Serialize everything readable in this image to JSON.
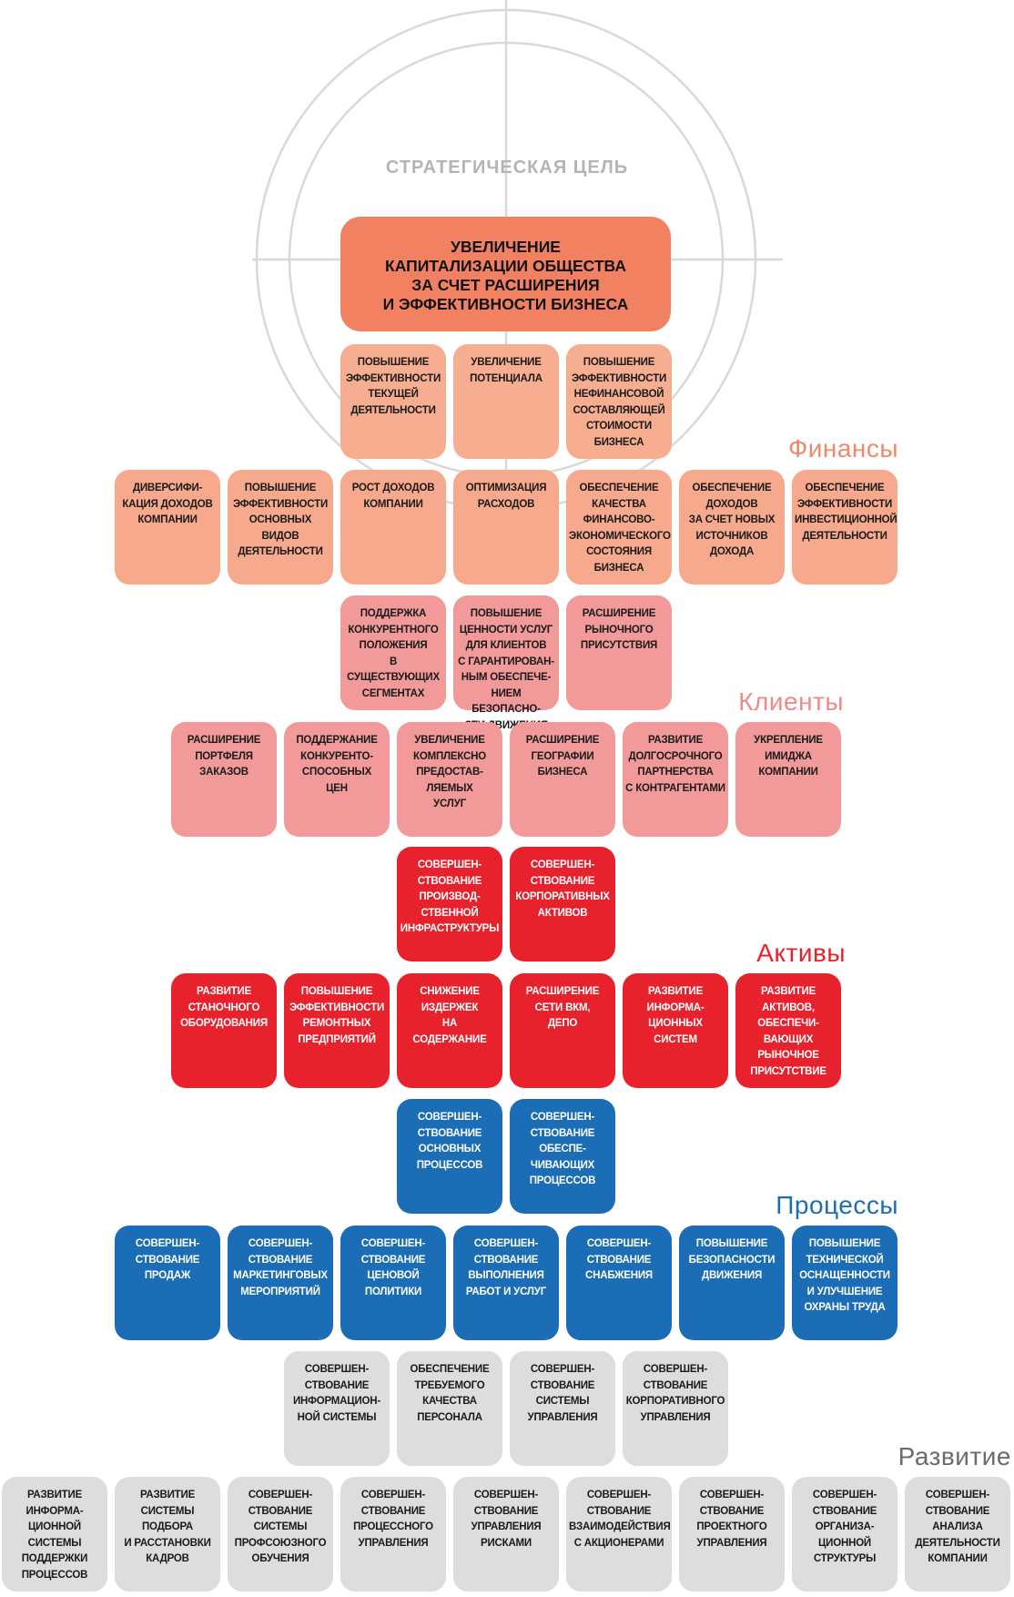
{
  "strategic_goal": {
    "label": "СТРАТЕГИЧЕСКАЯ ЦЕЛЬ",
    "lines": [
      "УВЕЛИЧЕНИЕ",
      "КАПИТАЛИЗАЦИИ ОБЩЕСТВА",
      "ЗА СЧЕТ РАСШИРЕНИЯ",
      "И ЭФФЕКТИВНОСТИ БИЗНЕСА"
    ]
  },
  "sections": {
    "finance": "Финансы",
    "clients": "Клиенты",
    "assets": "Активы",
    "processes": "Процессы",
    "development": "Развитие"
  },
  "colors": {
    "goal": "#f28162",
    "finance": "#f7ad90",
    "clients": "#f29999",
    "assets": "#e8222d",
    "processes": "#1b6db6",
    "development": "#dddddd",
    "target_lines": "#d6d6d6"
  },
  "finance_upper": [
    [
      "ПОВЫШЕНИЕ",
      "ЭФФЕКТИВНОСТИ",
      "ТЕКУЩЕЙ",
      "ДЕЯТЕЛЬНОСТИ"
    ],
    [
      "УВЕЛИЧЕНИЕ",
      "ПОТЕНЦИАЛА"
    ],
    [
      "ПОВЫШЕНИЕ",
      "ЭФФЕКТИВНОСТИ",
      "НЕФИНАНСОВОЙ",
      "СОСТАВЛЯЮЩЕЙ",
      "СТОИМОСТИ",
      "БИЗНЕСА"
    ]
  ],
  "finance_lower": [
    [
      "ДИВЕРСИФИ-",
      "КАЦИЯ ДОХОДОВ",
      "КОМПАНИИ"
    ],
    [
      "ПОВЫШЕНИЕ",
      "ЭФФЕКТИВНОСТИ",
      "ОСНОВНЫХ",
      "ВИДОВ",
      "ДЕЯТЕЛЬНОСТИ"
    ],
    [
      "РОСТ ДОХОДОВ",
      "КОМПАНИИ"
    ],
    [
      "ОПТИМИЗАЦИЯ",
      "РАСХОДОВ"
    ],
    [
      "ОБЕСПЕЧЕНИЕ",
      "КАЧЕСТВА",
      "ФИНАНСОВО-",
      "ЭКОНОМИЧЕСКОГО",
      "СОСТОЯНИЯ",
      "БИЗНЕСА"
    ],
    [
      "ОБЕСПЕЧЕНИЕ",
      "ДОХОДОВ",
      "ЗА СЧЕТ НОВЫХ",
      "ИСТОЧНИКОВ",
      "ДОХОДА"
    ],
    [
      "ОБЕСПЕЧЕНИЕ",
      "ЭФФЕКТИВНОСТИ",
      "ИНВЕСТИЦИОННОЙ",
      "ДЕЯТЕЛЬНОСТИ"
    ]
  ],
  "clients_upper": [
    [
      "ПОДДЕРЖКА",
      "КОНКУРЕНТНОГО",
      "ПОЛОЖЕНИЯ",
      "В СУЩЕСТВУЮЩИХ",
      "СЕГМЕНТАХ"
    ],
    [
      "ПОВЫШЕНИЕ",
      "ЦЕННОСТИ УСЛУГ",
      "ДЛЯ КЛИЕНТОВ",
      "С ГАРАНТИРОВАН-",
      "НЫМ ОБЕСПЕЧЕ-",
      "НИЕМ БЕЗОПАСНО-",
      "СТИ ДВИЖЕНИЯ"
    ],
    [
      "РАСШИРЕНИЕ",
      "РЫНОЧНОГО",
      "ПРИСУТСТВИЯ"
    ]
  ],
  "clients_lower": [
    [
      "РАСШИРЕНИЕ",
      "ПОРТФЕЛЯ",
      "ЗАКАЗОВ"
    ],
    [
      "ПОДДЕРЖАНИЕ",
      "КОНКУРЕНТО-",
      "СПОСОБНЫХ",
      "ЦЕН"
    ],
    [
      "УВЕЛИЧЕНИЕ",
      "КОМПЛЕКСНО",
      "ПРЕДОСТАВ-",
      "ЛЯЕМЫХ",
      "УСЛУГ"
    ],
    [
      "РАСШИРЕНИЕ",
      "ГЕОГРАФИИ",
      "БИЗНЕСА"
    ],
    [
      "РАЗВИТИЕ",
      "ДОЛГОСРОЧНОГО",
      "ПАРТНЕРСТВА",
      "С КОНТРАГЕНТАМИ"
    ],
    [
      "УКРЕПЛЕНИЕ",
      "ИМИДЖА",
      "КОМПАНИИ"
    ]
  ],
  "assets_upper": [
    [
      "СОВЕРШЕН-",
      "СТВОВАНИЕ",
      "ПРОИЗВОД-",
      "СТВЕННОЙ",
      "ИНФРАСТРУКТУРЫ"
    ],
    [
      "СОВЕРШЕН-",
      "СТВОВАНИЕ",
      "КОРПОРАТИВНЫХ",
      "АКТИВОВ"
    ]
  ],
  "assets_lower": [
    [
      "РАЗВИТИЕ",
      "СТАНОЧНОГО",
      "ОБОРУДОВАНИЯ"
    ],
    [
      "ПОВЫШЕНИЕ",
      "ЭФФЕКТИВНОСТИ",
      "РЕМОНТНЫХ",
      "ПРЕДПРИЯТИЙ"
    ],
    [
      "СНИЖЕНИЕ",
      "ИЗДЕРЖЕК",
      "НА",
      "СОДЕРЖАНИЕ"
    ],
    [
      "РАСШИРЕНИЕ",
      "СЕТИ ВКМ,",
      "ДЕПО"
    ],
    [
      "РАЗВИТИЕ",
      "ИНФОРМА-",
      "ЦИОННЫХ",
      "СИСТЕМ"
    ],
    [
      "РАЗВИТИЕ",
      "АКТИВОВ,",
      "ОБЕСПЕЧИ-",
      "ВАЮЩИХ",
      "РЫНОЧНОЕ",
      "ПРИСУТСТВИЕ"
    ]
  ],
  "processes_upper": [
    [
      "СОВЕРШЕН-",
      "СТВОВАНИЕ",
      "ОСНОВНЫХ",
      "ПРОЦЕССОВ"
    ],
    [
      "СОВЕРШЕН-",
      "СТВОВАНИЕ",
      "ОБЕСПЕ-",
      "ЧИВАЮЩИХ",
      "ПРОЦЕССОВ"
    ]
  ],
  "processes_lower": [
    [
      "СОВЕРШЕН-",
      "СТВОВАНИЕ",
      "ПРОДАЖ"
    ],
    [
      "СОВЕРШЕН-",
      "СТВОВАНИЕ",
      "МАРКЕТИНГОВЫХ",
      "МЕРОПРИЯТИЙ"
    ],
    [
      "СОВЕРШЕН-",
      "СТВОВАНИЕ",
      "ЦЕНОВОЙ",
      "ПОЛИТИКИ"
    ],
    [
      "СОВЕРШЕН-",
      "СТВОВАНИЕ",
      "ВЫПОЛНЕНИЯ",
      "РАБОТ И УСЛУГ"
    ],
    [
      "СОВЕРШЕН-",
      "СТВОВАНИЕ",
      "СНАБЖЕНИЯ"
    ],
    [
      "ПОВЫШЕНИЕ",
      "БЕЗОПАСНОСТИ",
      "ДВИЖЕНИЯ"
    ],
    [
      "ПОВЫШЕНИЕ",
      "ТЕХНИЧЕСКОЙ",
      "ОСНАЩЕННОСТИ",
      "И УЛУЧШЕНИЕ",
      "ОХРАНЫ ТРУДА"
    ]
  ],
  "development_upper": [
    [
      "СОВЕРШЕН-",
      "СТВОВАНИЕ",
      "ИНФОРМАЦИОН-",
      "НОЙ СИСТЕМЫ"
    ],
    [
      "ОБЕСПЕЧЕНИЕ",
      "ТРЕБУЕМОГО",
      "КАЧЕСТВА",
      "ПЕРСОНАЛА"
    ],
    [
      "СОВЕРШЕН-",
      "СТВОВАНИЕ",
      "СИСТЕМЫ",
      "УПРАВЛЕНИЯ"
    ],
    [
      "СОВЕРШЕН-",
      "СТВОВАНИЕ",
      "КОРПОРАТИВНОГО",
      "УПРАВЛЕНИЯ"
    ]
  ],
  "development_lower": [
    [
      "РАЗВИТИЕ",
      "ИНФОРМА-",
      "ЦИОННОЙ",
      "СИСТЕМЫ",
      "ПОДДЕРЖКИ",
      "ПРОЦЕССОВ"
    ],
    [
      "РАЗВИТИЕ",
      "СИСТЕМЫ",
      "ПОДБОРА",
      "И РАССТАНОВКИ",
      "КАДРОВ"
    ],
    [
      "СОВЕРШЕН-",
      "СТВОВАНИЕ",
      "СИСТЕМЫ",
      "ПРОФСОЮЗНОГО",
      "ОБУЧЕНИЯ"
    ],
    [
      "СОВЕРШЕН-",
      "СТВОВАНИЕ",
      "ПРОЦЕССНОГО",
      "УПРАВЛЕНИЯ"
    ],
    [
      "СОВЕРШЕН-",
      "СТВОВАНИЕ",
      "УПРАВЛЕНИЯ",
      "РИСКАМИ"
    ],
    [
      "СОВЕРШЕН-",
      "СТВОВАНИЕ",
      "ВЗАИМОДЕЙСТВИЯ",
      "С АКЦИОНЕРАМИ"
    ],
    [
      "СОВЕРШЕН-",
      "СТВОВАНИЕ",
      "ПРОЕКТНОГО",
      "УПРАВЛЕНИЯ"
    ],
    [
      "СОВЕРШЕН-",
      "СТВОВАНИЕ",
      "ОРГАНИЗА-",
      "ЦИОННОЙ",
      "СТРУКТУРЫ"
    ],
    [
      "СОВЕРШЕН-",
      "СТВОВАНИЕ",
      "АНАЛИЗА",
      "ДЕЯТЕЛЬНОСТИ",
      "КОМПАНИИ"
    ]
  ]
}
